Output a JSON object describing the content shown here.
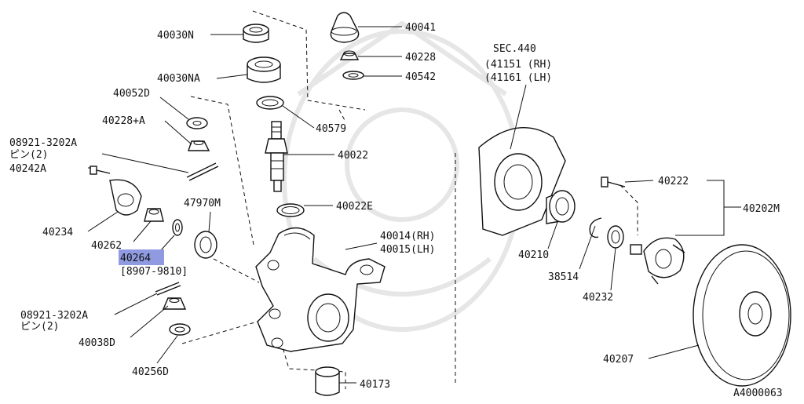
{
  "labels": {
    "p40030N": "40030N",
    "p40030NA": "40030NA",
    "p40052D": "40052D",
    "p40228A": "40228+A",
    "p08921a": "08921-3202A",
    "p08921a_sub": "ピン(2)",
    "p40242A": "40242A",
    "p40234": "40234",
    "p40262": "40262",
    "p40264": "40264",
    "p40264_range": "[8907-9810]",
    "p47970M": "47970M",
    "p08921b": "08921-3202A",
    "p08921b_sub": "ピン(2)",
    "p40038D": "40038D",
    "p40256D": "40256D",
    "p40041": "40041",
    "p40228": "40228",
    "p40542": "40542",
    "p40579": "40579",
    "p40022": "40022",
    "p40022E": "40022E",
    "p40014": "40014(RH)",
    "p40015": "40015(LH)",
    "p40173": "40173",
    "sec440": "SEC.440",
    "sec_rh": "(41151 (RH)",
    "sec_lh": "(41161 (LH)",
    "p40210": "40210",
    "p38514": "38514",
    "p40232": "40232",
    "p40222": "40222",
    "p40202M": "40202M",
    "p40207": "40207",
    "diagram_id": "A4000063"
  },
  "highlight": {
    "part": "40264",
    "color": "#8f9ae0"
  }
}
